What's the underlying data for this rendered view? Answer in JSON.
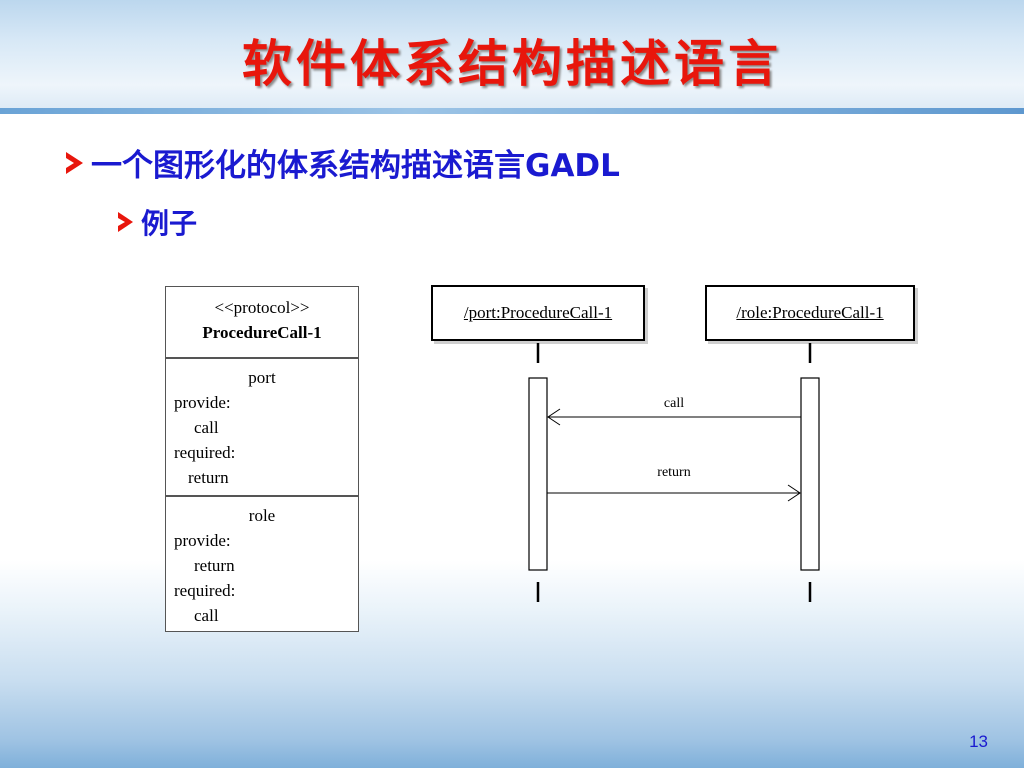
{
  "slide": {
    "title": "软件体系结构描述语言",
    "bullet1": "一个图形化的体系结构描述语言GADL",
    "bullet2": "例子",
    "page_number": "13"
  },
  "class_box": {
    "stereotype": "<<protocol>>",
    "name": "ProcedureCall-1",
    "port": {
      "header": "port",
      "provide_label": "provide:",
      "provide_item": "call",
      "required_label": "required:",
      "required_item": "return"
    },
    "role": {
      "header": "role",
      "provide_label": "provide:",
      "provide_item": "return",
      "required_label": "required:",
      "required_item": "call"
    }
  },
  "sequence": {
    "lifelines": [
      "/port:ProcedureCall-1",
      "/role:ProcedureCall-1"
    ],
    "messages": [
      {
        "label": "call",
        "from": 1,
        "to": 0
      },
      {
        "label": "return",
        "from": 0,
        "to": 1
      }
    ]
  }
}
